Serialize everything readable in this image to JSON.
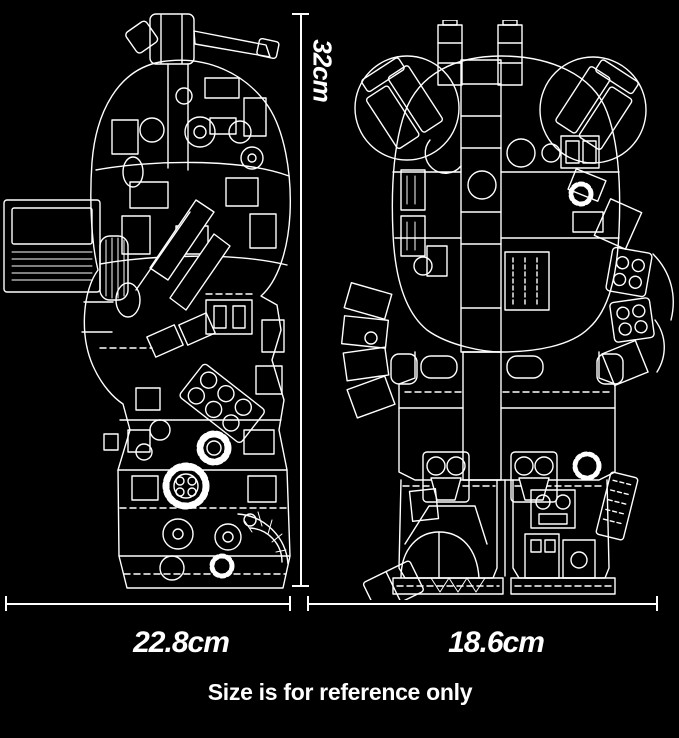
{
  "diagram": {
    "height_label": "32cm",
    "side_view_width_label": "22.8cm",
    "front_view_width_label": "18.6cm",
    "disclaimer": "Size is for reference only",
    "colors": {
      "background": "#000000",
      "line_art": "#ffffff",
      "text": "#ffffff"
    },
    "drawings": {
      "left": "bearbrick-brick-figure-side-view-line-art",
      "right": "bearbrick-brick-figure-front-view-line-art"
    }
  }
}
